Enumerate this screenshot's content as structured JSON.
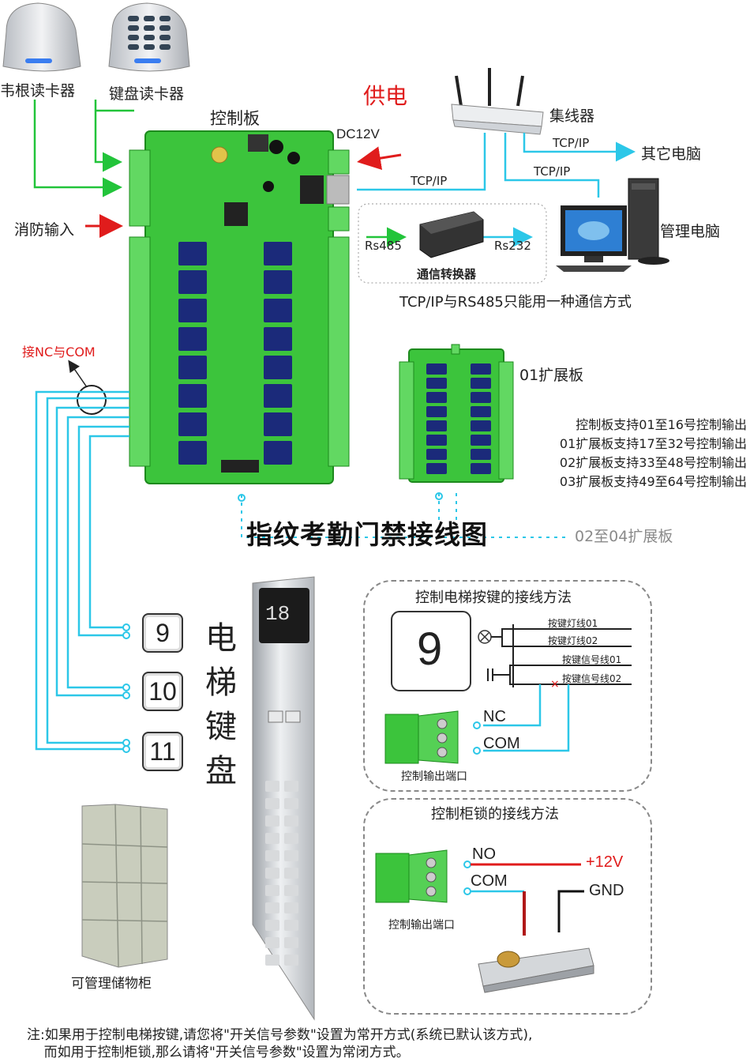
{
  "title": "指纹考勤门禁接线图",
  "readers": {
    "wiegand": "韦根读卡器",
    "keypad": "键盘读卡器"
  },
  "board": {
    "label": "控制板",
    "power_label": "供电",
    "dc": "DC12V",
    "fire_input": "消防输入"
  },
  "network": {
    "hub": "集线器",
    "tcpip": "TCP/IP",
    "other_pc": "其它电脑",
    "mgmt_pc": "管理电脑",
    "rs485": "Rs485",
    "rs232": "Rs232",
    "converter": "通信转换器",
    "note": "TCP/IP与RS485只能用一种通信方式"
  },
  "expansion": {
    "label": "01扩展板",
    "support": [
      "控制板支持01至16号控制输出",
      "01扩展板支持17至32号控制输出",
      "02扩展板支持33至48号控制输出",
      "03扩展板支持49至64号控制输出"
    ],
    "range": "02至04扩展板"
  },
  "nc_com": "接NC与COM",
  "elevator": {
    "label": "电梯键盘",
    "floor_display": "18",
    "keys": [
      "9",
      "10",
      "11"
    ]
  },
  "panel_elev": {
    "title": "控制电梯按键的接线方法",
    "key": "9",
    "wires": [
      "按键灯线01",
      "按键灯线02",
      "按键信号线01",
      "按键信号线02"
    ],
    "nc": "NC",
    "com": "COM",
    "port": "控制输出端口"
  },
  "panel_lock": {
    "title": "控制柜锁的接线方法",
    "no": "NO",
    "com": "COM",
    "v12": "+12V",
    "gnd": "GND",
    "port": "控制输出端口"
  },
  "cabinet": "可管理储物柜",
  "note": [
    "注:如果用于控制电梯按键,请您将\"开关信号参数\"设置为常开方式(系统已默认该方式),",
    "    而如用于控制柜锁,那么请将\"开关信号参数\"设置为常闭方式。"
  ],
  "colors": {
    "wire_green": "#22c43a",
    "wire_cyan": "#2cc7e8",
    "wire_red": "#e01c1c",
    "board": "#3cc43c",
    "relay": "#1b2a7a"
  }
}
